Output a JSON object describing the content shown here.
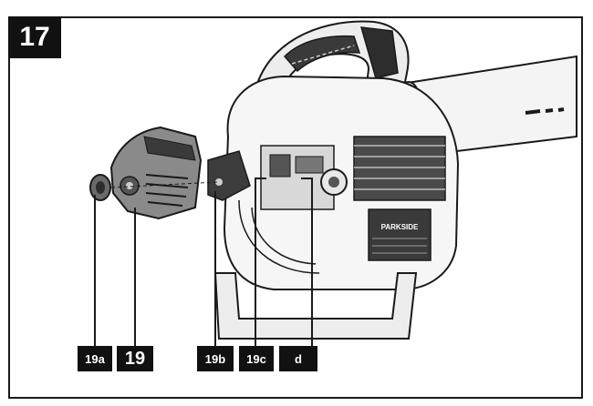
{
  "figure": {
    "number": "17"
  },
  "callouts": {
    "c19a": "19a",
    "c19": "19",
    "c19b": "19b",
    "c19c": "19c",
    "c19d": "d"
  },
  "brand_plate": "PARKSIDE",
  "colors": {
    "line": "#1a1a1a",
    "fill_dark": "#3a3a3a",
    "fill_mid": "#8a8a8a",
    "badge": "#111111"
  }
}
